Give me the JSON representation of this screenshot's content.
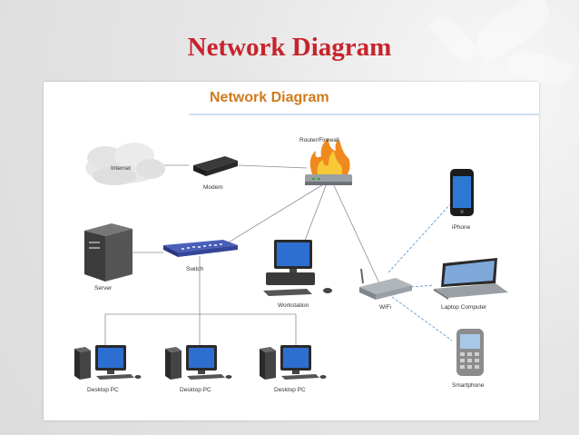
{
  "slide": {
    "title": "Network Diagram"
  },
  "diagram": {
    "header": "Network Diagram",
    "labels": {
      "internet": "Internet",
      "modem": "Modem",
      "router": "Router/Firewall",
      "iphone": "iPhone",
      "server": "Server",
      "switch": "Switch",
      "workstation": "Workstation",
      "wifi": "WiFi",
      "laptop": "Laptop Computer",
      "smartphone": "Smartphone",
      "desktop1": "Desktop PC",
      "desktop2": "Desktop PC",
      "desktop3": "Desktop PC"
    }
  },
  "colors": {
    "title": "#c8232c",
    "header": "#d07a1c",
    "wired_link": "#8a8a9a",
    "wireless_link": "#4a90d0"
  }
}
